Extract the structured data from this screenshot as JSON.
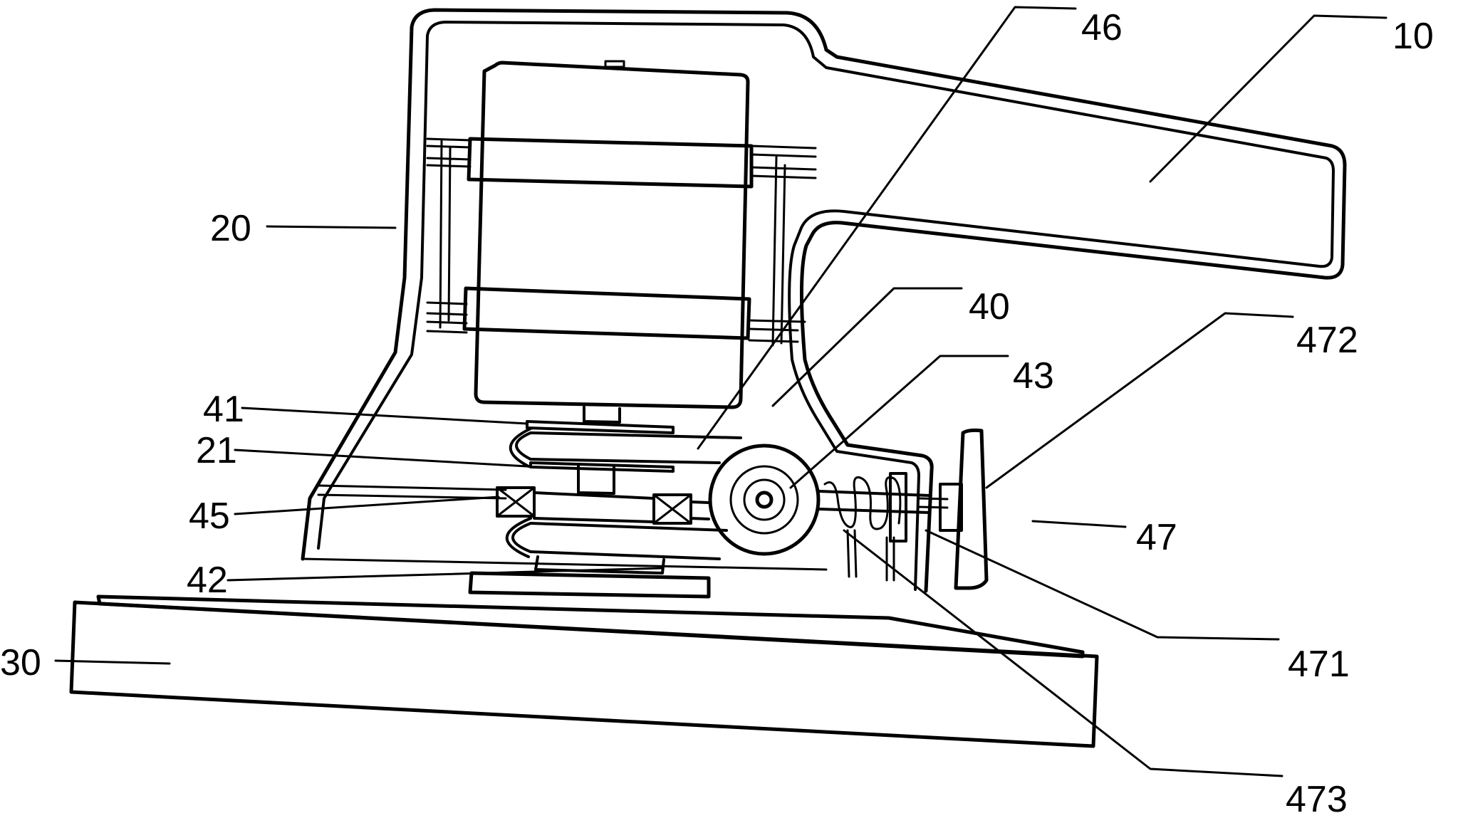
{
  "labels": {
    "l10": "10",
    "l20": "20",
    "l21": "21",
    "l30": "30",
    "l40": "40",
    "l41": "41",
    "l42": "42",
    "l43": "43",
    "l45": "45",
    "l46": "46",
    "l47": "47",
    "l471": "471",
    "l472": "472",
    "l473": "473"
  },
  "colors": {
    "ink": "#000000",
    "background": "#ffffff"
  }
}
